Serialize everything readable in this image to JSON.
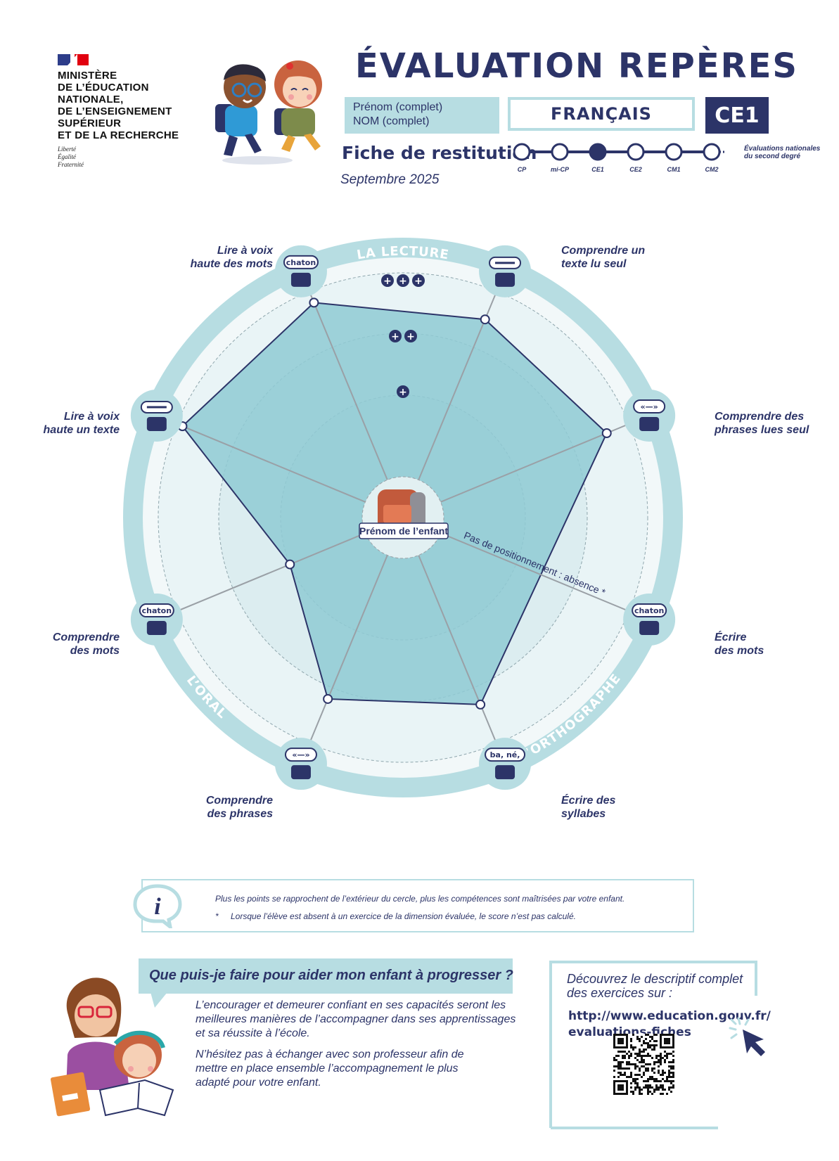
{
  "header": {
    "ministry_lines": [
      "MINISTÈRE",
      "DE L’ÉDUCATION",
      "NATIONALE,",
      "DE L’ENSEIGNEMENT",
      "SUPÉRIEUR",
      "ET DE LA RECHERCHE"
    ],
    "devise": [
      "Liberté",
      "Égalité",
      "Fraternité"
    ],
    "title": "ÉVALUATION REPÈRES",
    "firstname_placeholder": "Prénom (complet)",
    "lastname_placeholder": "NOM (complet)",
    "subject": "FRANÇAIS",
    "level": "CE1",
    "sheet_title": "Fiche de restitution",
    "date": "Septembre 2025"
  },
  "timeline": {
    "steps": [
      "CP",
      "mi-CP",
      "CE1",
      "CE2",
      "CM1",
      "CM2"
    ],
    "current": "CE1",
    "note": [
      "Évaluations nationales",
      "du second degré"
    ]
  },
  "chart_data": {
    "type": "radar",
    "levels": [
      "+",
      "++",
      "+++"
    ],
    "center_label": "Prénom de l’enfant",
    "absence_label": "Pas de positionnement : absence *",
    "groups": [
      "LA LECTURE",
      "L’ORTHOGRAPHE",
      "L’ORAL"
    ],
    "axes": [
      {
        "label": [
          "Lire à voix",
          "haute des mots"
        ],
        "icon_text": "chaton",
        "value": 2.8
      },
      {
        "label": [
          "Comprendre un",
          "texte lu seul"
        ],
        "icon_text": "",
        "value": 2.5
      },
      {
        "label": [
          "Comprendre des",
          "phrases lues seul"
        ],
        "icon_text": "«—»",
        "value": 2.6
      },
      {
        "label": [
          "Écrire",
          "des mots"
        ],
        "icon_text": "chaton",
        "value": null
      },
      {
        "label": [
          "Écrire des",
          "syllabes"
        ],
        "icon_text": "ba, né,",
        "value": 2.3
      },
      {
        "label": [
          "Comprendre",
          "des phrases"
        ],
        "icon_text": "«—»",
        "value": 2.2
      },
      {
        "label": [
          "Comprendre",
          "des mots"
        ],
        "icon_text": "chaton",
        "value": 1.0
      },
      {
        "label": [
          "Lire à voix",
          "haute un texte"
        ],
        "icon_text": "",
        "value": 2.9
      }
    ]
  },
  "info": {
    "line1": "Plus les points se rapprochent de l’extérieur du cercle, plus les compétences sont maîtrisées par votre enfant.",
    "line2_star": "*",
    "line2": "Lorsque l’élève est absent à un exercice de la dimension évaluée, le score n’est pas calculé."
  },
  "advice": {
    "question": "Que puis-je faire pour aider mon enfant à progresser ?",
    "p1": [
      "L’encourager et demeurer confiant en ses capacités seront les",
      "meilleures manières de l’accompagner dans ses apprentissages",
      "et sa réussite à l’école."
    ],
    "p2": [
      "N’hésitez pas à échanger avec son professeur afin de",
      "mettre en place ensemble l’accompagnement le plus",
      "adapté pour votre enfant."
    ]
  },
  "link": {
    "intro": [
      "Découvrez le descriptif complet",
      "des exercices sur :"
    ],
    "url": [
      "http://www.education.gouv.fr/",
      "evaluations-fiches"
    ]
  },
  "colors": {
    "navy": "#2c3468",
    "light_teal": "#b7dde2",
    "ring_bg": "#e6f2f4",
    "poly_fill": "#8fcad3"
  }
}
